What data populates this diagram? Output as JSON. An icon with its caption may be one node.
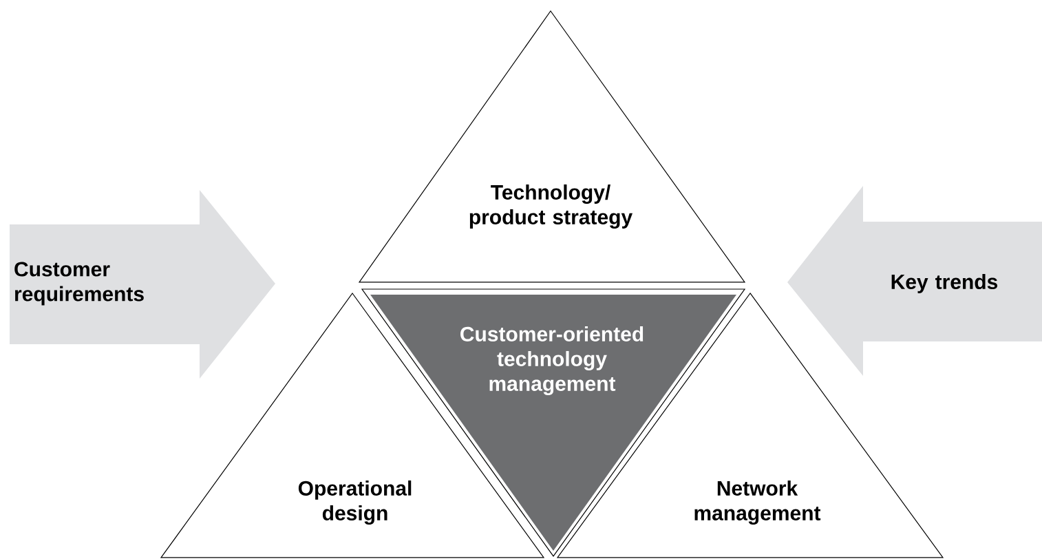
{
  "diagram": {
    "nodes": [
      {
        "text": [
          "Customer requirements"
        ]
      },
      {
        "text": [
          "Technology/ product strategy"
        ]
      },
      {
        "text": [
          "Customer-oriented technology management"
        ]
      },
      {
        "text": [
          "Key trends"
        ]
      },
      {
        "text": [
          "Operational design"
        ]
      },
      {
        "text": [
          "Network management"
        ]
      }
    ]
  }
}
